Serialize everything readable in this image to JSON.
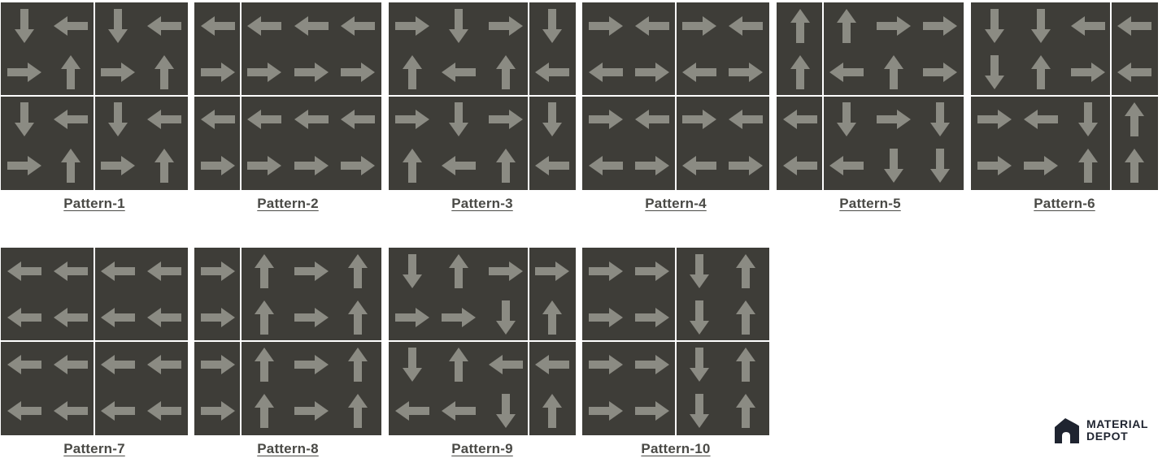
{
  "colors": {
    "tile": "#3e3d38",
    "arrow": "#8b8b83",
    "grout": "#ffffff",
    "label": "#4a4a46",
    "brand": "#1f2430"
  },
  "patterns": [
    {
      "label": "Pattern-1",
      "arrows": [
        [
          "D",
          "L",
          "D",
          "L"
        ],
        [
          "R",
          "U",
          "R",
          "U"
        ],
        [
          "D",
          "L",
          "D",
          "L"
        ],
        [
          "R",
          "U",
          "R",
          "U"
        ]
      ]
    },
    {
      "label": "Pattern-2",
      "arrows": [
        [
          "L",
          "L",
          "L",
          "L"
        ],
        [
          "R",
          "R",
          "R",
          "R"
        ],
        [
          "L",
          "L",
          "L",
          "L"
        ],
        [
          "R",
          "R",
          "R",
          "R"
        ]
      ]
    },
    {
      "label": "Pattern-3",
      "arrows": [
        [
          "R",
          "D",
          "R",
          "D"
        ],
        [
          "U",
          "L",
          "U",
          "L"
        ],
        [
          "R",
          "D",
          "R",
          "D"
        ],
        [
          "U",
          "L",
          "U",
          "L"
        ]
      ]
    },
    {
      "label": "Pattern-4",
      "arrows": [
        [
          "R",
          "L",
          "R",
          "L"
        ],
        [
          "L",
          "R",
          "L",
          "R"
        ],
        [
          "R",
          "L",
          "R",
          "L"
        ],
        [
          "L",
          "R",
          "L",
          "R"
        ]
      ]
    },
    {
      "label": "Pattern-5",
      "arrows": [
        [
          "U",
          "U",
          "R",
          "R"
        ],
        [
          "U",
          "L",
          "U",
          "R"
        ],
        [
          "L",
          "D",
          "R",
          "D"
        ],
        [
          "L",
          "L",
          "D",
          "D"
        ]
      ]
    },
    {
      "label": "Pattern-6",
      "arrows": [
        [
          "D",
          "D",
          "L",
          "L"
        ],
        [
          "D",
          "U",
          "R",
          "L"
        ],
        [
          "R",
          "L",
          "D",
          "U"
        ],
        [
          "R",
          "R",
          "U",
          "U"
        ]
      ]
    },
    {
      "label": "Pattern-7",
      "arrows": [
        [
          "L",
          "L",
          "L",
          "L"
        ],
        [
          "L",
          "L",
          "L",
          "L"
        ],
        [
          "L",
          "L",
          "L",
          "L"
        ],
        [
          "L",
          "L",
          "L",
          "L"
        ]
      ]
    },
    {
      "label": "Pattern-8",
      "arrows": [
        [
          "R",
          "U",
          "R",
          "U"
        ],
        [
          "R",
          "U",
          "R",
          "U"
        ],
        [
          "R",
          "U",
          "R",
          "U"
        ],
        [
          "R",
          "U",
          "R",
          "U"
        ]
      ]
    },
    {
      "label": "Pattern-9",
      "arrows": [
        [
          "D",
          "U",
          "R",
          "R"
        ],
        [
          "R",
          "R",
          "D",
          "U"
        ],
        [
          "D",
          "U",
          "L",
          "L"
        ],
        [
          "L",
          "L",
          "D",
          "U"
        ]
      ]
    },
    {
      "label": "Pattern-10",
      "arrows": [
        [
          "R",
          "R",
          "D",
          "U"
        ],
        [
          "R",
          "R",
          "D",
          "U"
        ],
        [
          "R",
          "R",
          "D",
          "U"
        ],
        [
          "R",
          "R",
          "D",
          "U"
        ]
      ]
    }
  ],
  "brand": {
    "line1": "MATERIAL",
    "line2": "DEPOT",
    "icon": "house-logo-icon"
  }
}
